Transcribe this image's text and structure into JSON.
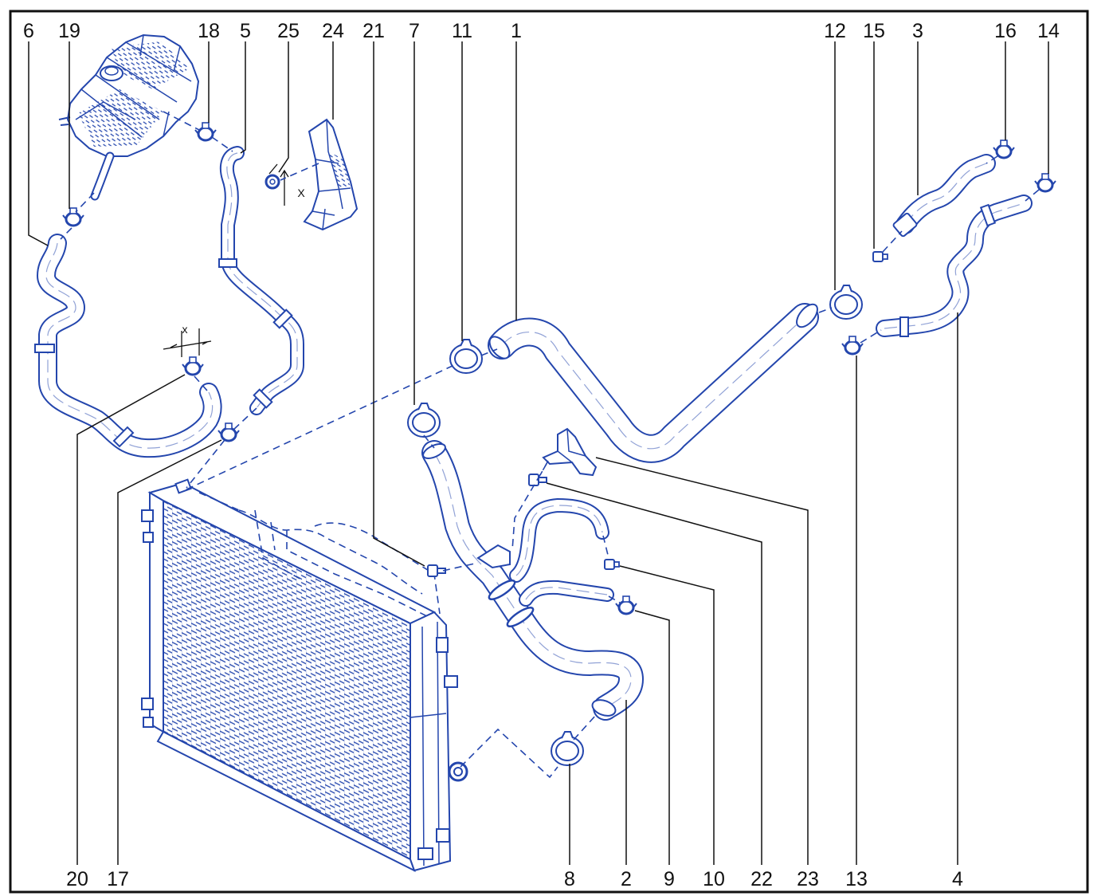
{
  "colors": {
    "drawing_ink": "#2446ad",
    "frame": "#111111",
    "callout_text": "#111111",
    "background": "#ffffff"
  },
  "callouts": {
    "top": [
      "6",
      "19",
      "18",
      "5",
      "25",
      "24",
      "21",
      "7",
      "11",
      "1",
      "12",
      "15",
      "3",
      "16",
      "14"
    ],
    "bottom": [
      "20",
      "17",
      "8",
      "2",
      "9",
      "10",
      "22",
      "23",
      "13",
      "4"
    ]
  },
  "dimension_marks": {
    "near_callout_25": "X",
    "near_callout_20": "x"
  }
}
